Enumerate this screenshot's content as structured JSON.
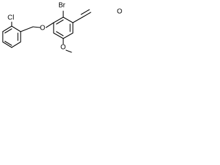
{
  "colors": {
    "background": "#ffffff",
    "bond": "#000000",
    "text": "#000000"
  },
  "molecule": {
    "atoms": {
      "bromo": "Br",
      "chloro": "Cl",
      "ether_oxygen": "O",
      "methoxy_oxygen": "O",
      "aldehyde_oxygen": "O"
    }
  }
}
